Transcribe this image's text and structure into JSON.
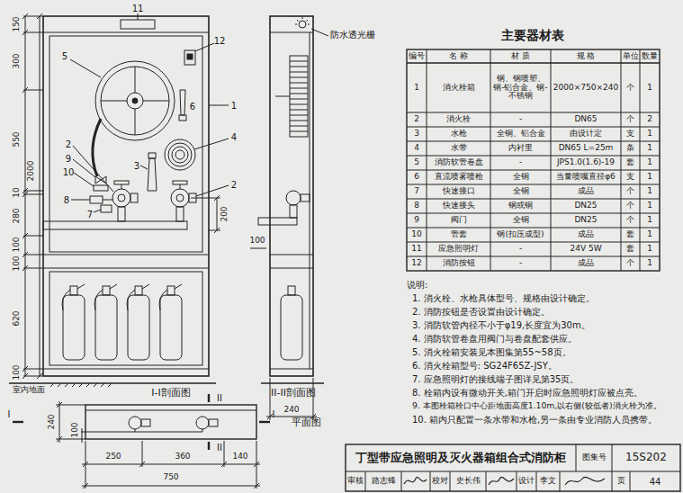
{
  "diagram": {
    "title": "丁型带应急照明及灭火器箱组合式消防柜",
    "labels": [
      "11",
      "12",
      "5",
      "6",
      "1",
      "4",
      "3",
      "2",
      "9",
      "10",
      "7",
      "8",
      "2",
      "200",
      "150",
      "300",
      "550",
      "10",
      "280",
      "100",
      "100",
      "620",
      "2000",
      "100",
      "室内地面",
      "I-I剖面图",
      "防水透光栅",
      "100",
      "II-II剖面图",
      "240",
      "I",
      "I",
      "II",
      "II",
      "240",
      "100",
      "250",
      "360",
      "140",
      "750",
      "平面图",
      "主要器材表",
      "编号",
      "名 称",
      "材 质",
      "规 格",
      "单位",
      "数量",
      "1",
      "消火栓箱",
      "钢、钢喷塑、钢-铝合金、钢-不锈钢",
      "2000×750×240",
      "个",
      "1",
      "2",
      "消火栓",
      "-",
      "DN65",
      "个",
      "2",
      "3",
      "水枪",
      "全铜、铝合金",
      "由设计定",
      "支",
      "1",
      "4",
      "水带",
      "内衬里",
      "DN65 L=25m",
      "条",
      "1",
      "5",
      "消防软管卷盘",
      "-",
      "JPS1.0(1.6)-19",
      "套",
      "1",
      "6",
      "直流喷雾喷枪",
      "全铜",
      "当量喷嘴直径φ6",
      "支",
      "1",
      "7",
      "快速接口",
      "全铜",
      "成品",
      "个",
      "1",
      "8",
      "快速接头",
      "钢或铜",
      "DN25",
      "个",
      "1",
      "9",
      "阀门",
      "全铜",
      "DN25",
      "个",
      "1",
      "10",
      "管套",
      "钢(扣压成型)",
      "成品",
      "套",
      "1",
      "11",
      "应急照明灯",
      "-",
      "24V 5W",
      "套",
      "1",
      "12",
      "消防按钮",
      "-",
      "成品",
      "个",
      "1",
      "说明:",
      "1. 消火栓、水枪具体型号、规格由设计确定。",
      "2. 消防按钮是否设置由设计确定。",
      "3. 消防软管内径不小于φ19,长度宜为30m。",
      "4. 消防软管卷盘用阀门与卷盘配套供应。",
      "5. 消火栓箱安装见本图集第55~58页。",
      "6. 消火栓箱型号: SG24F65Z-JSY。",
      "7. 应急照明灯的接线端子图详见第35页。",
      "8. 栓箱内设有微动开关,箱门开启时应急照明灯应被点亮。",
      "9. 本图栓箱栓口中心距地面高度1.10m,以右侧(较低者)消火栓为准。",
      "10. 箱内只配置一条水带和水枪,另一条由专业消防人员携带。",
      "图集号",
      "15S202",
      "审核",
      "路志锋",
      "校对",
      "史长伟",
      "设计",
      "李文",
      "页",
      "44"
    ]
  }
}
